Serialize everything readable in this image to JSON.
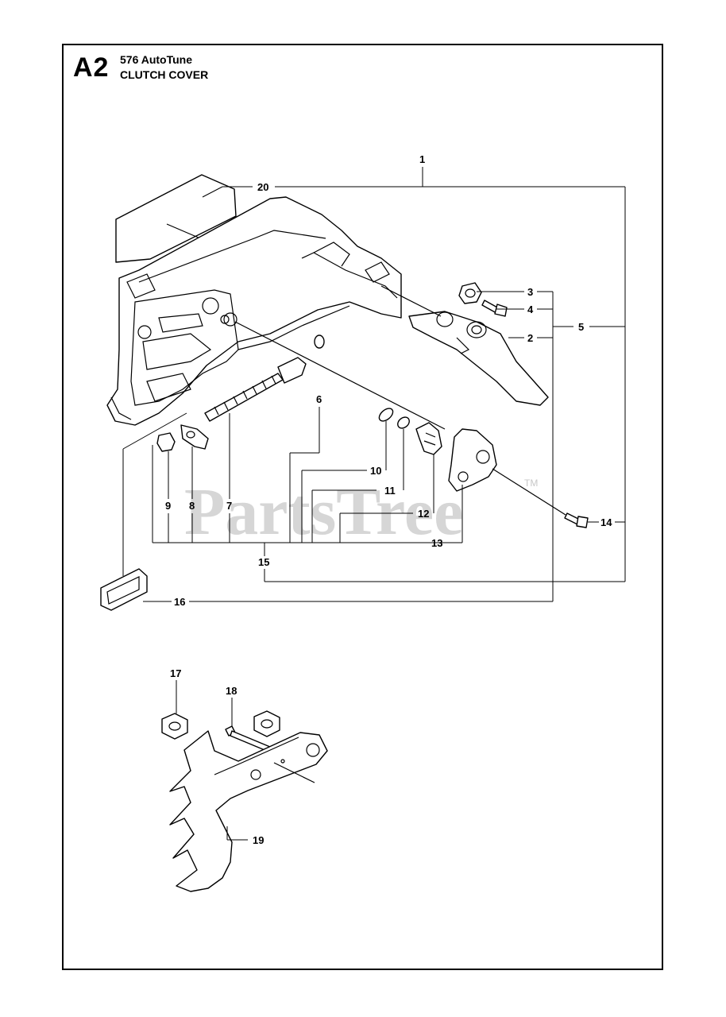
{
  "header": {
    "code": "A2",
    "model": "576 AutoTune",
    "section": "CLUTCH COVER"
  },
  "watermark": {
    "text": "PartsTree",
    "trademark": "TM"
  },
  "callouts": {
    "c1": "1",
    "c2": "2",
    "c3": "3",
    "c4": "4",
    "c5": "5",
    "c6": "6",
    "c7": "7",
    "c8": "8",
    "c9": "9",
    "c10": "10",
    "c11": "11",
    "c12": "12",
    "c13": "13",
    "c14": "14",
    "c15": "15",
    "c16": "16",
    "c17": "17",
    "c18": "18",
    "c19": "19",
    "c20": "20"
  }
}
